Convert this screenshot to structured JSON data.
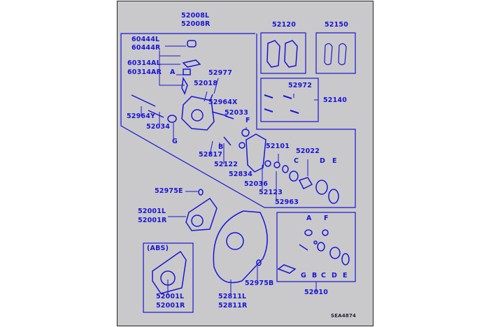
{
  "colors": {
    "ink": "#1a14d8",
    "background": "#c9c9cb"
  },
  "diagram_code": "SEA4874",
  "labels": {
    "p52008L": "52008L",
    "p52008R": "52008R",
    "p60444L": "60444L",
    "p60444R": "60444R",
    "p60314AL": "60314AL",
    "p60314AR": "60314AR",
    "refA1": "A",
    "p52977": "52977",
    "p52018": "52018",
    "p52120": "52120",
    "p52150": "52150",
    "p52972": "52972",
    "p52140": "52140",
    "p52964X": "52964X",
    "p52033": "52033",
    "refF1": "F",
    "p52964Y": "52964Y",
    "p52034": "52034",
    "refG1": "G",
    "p52817": "52817",
    "refB1": "B",
    "p52122": "52122",
    "p52101": "52101",
    "p52022": "52022",
    "refC1": "C",
    "refD1": "D",
    "refE1": "E",
    "p52834": "52834",
    "p52036": "52036",
    "p52123": "52123",
    "p52963": "52963",
    "p52975E": "52975E",
    "p52001L_a": "52001L",
    "p52001R_a": "52001R",
    "abs": "(ABS)",
    "p52001L_b": "52001L",
    "p52001R_b": "52001R",
    "p52811L": "52811L",
    "p52811R": "52811R",
    "p52975B": "52975B",
    "p52010": "52010",
    "refA2": "A",
    "refF2": "F",
    "refG2": "G",
    "refB2": "B",
    "refC2": "C",
    "refD2": "D",
    "refE2": "E"
  }
}
